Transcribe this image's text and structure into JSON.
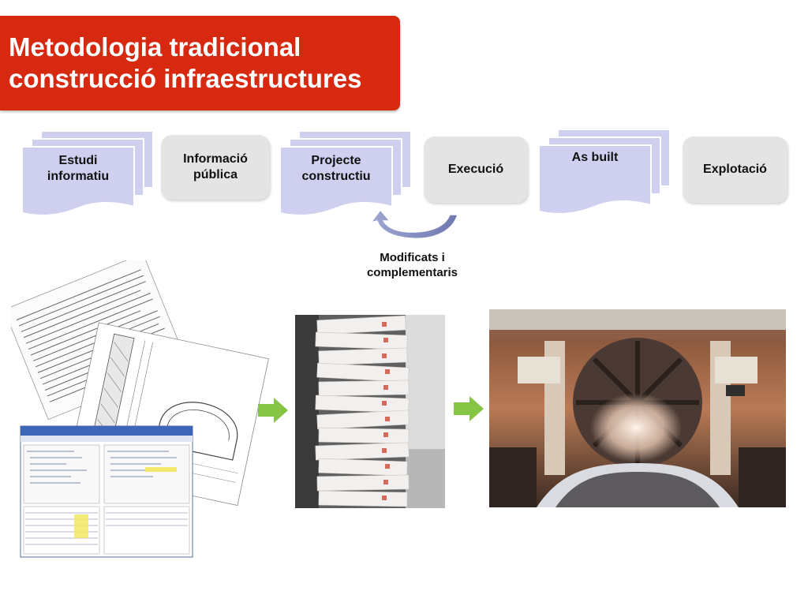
{
  "title": {
    "line1": "Metodologia tradicional",
    "line2": "construcció infraestructures"
  },
  "steps": {
    "estudi": {
      "line1": "Estudi",
      "line2": "informatiu"
    },
    "informacio": {
      "line1": "Informació",
      "line2": "pública"
    },
    "projecte": {
      "line1": "Projecte",
      "line2": "constructiu"
    },
    "execucio": {
      "label": "Execució"
    },
    "asbuilt": {
      "label": "As built"
    },
    "explotacio": {
      "label": "Explotació"
    }
  },
  "loop": {
    "line1": "Modificats i",
    "line2": "complementaris"
  },
  "colors": {
    "banner": "#d7290f",
    "document": "#cfcfef",
    "process_box": "#e4e4e4",
    "arrow_green": "#86c443"
  },
  "icons": [
    "document-stack-icon",
    "curved-arrow-icon",
    "right-arrow-icon"
  ]
}
